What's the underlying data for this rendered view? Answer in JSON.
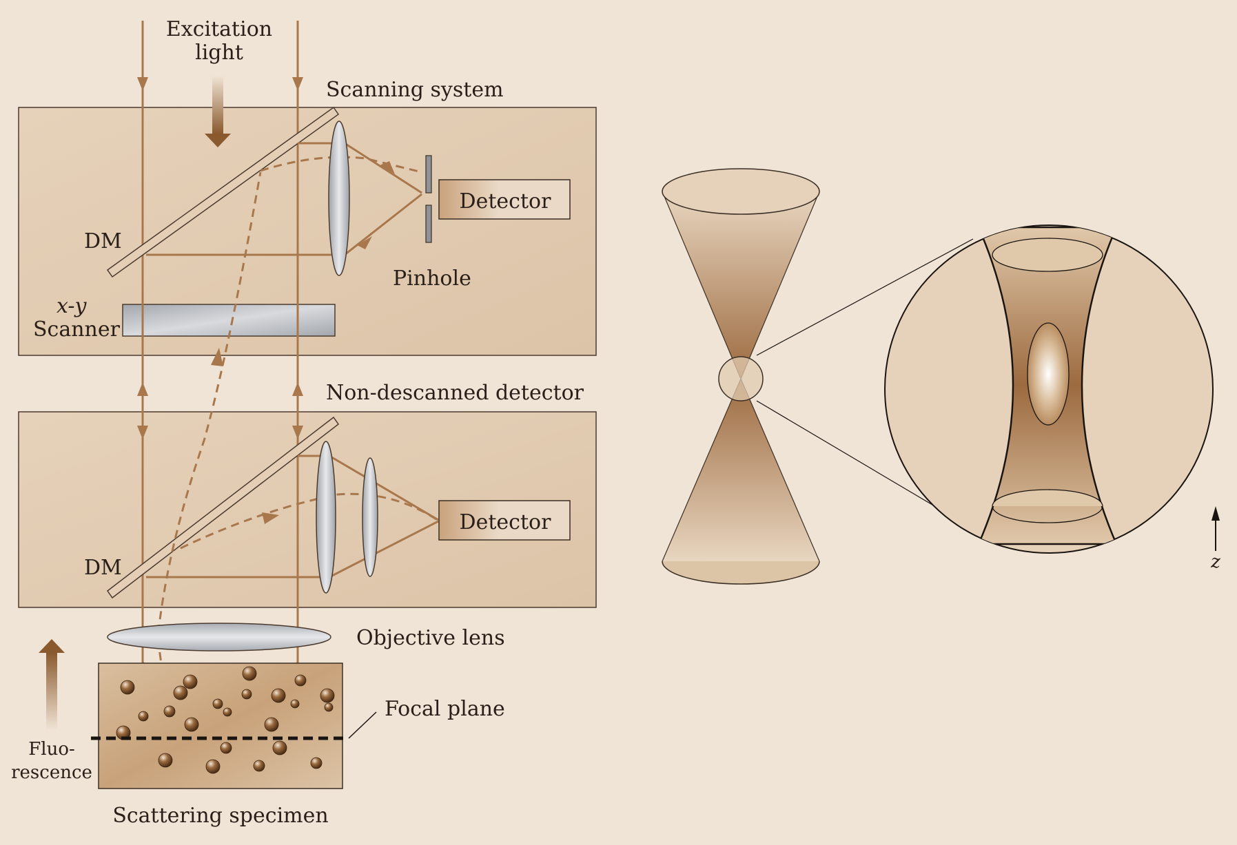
{
  "labels": {
    "excitation_line1": "Excitation",
    "excitation_line2": "light",
    "scanning_system": "Scanning system",
    "detector_top": "Detector",
    "dm_top": "DM",
    "pinhole": "Pinhole",
    "xy": "x-y",
    "scanner": "Scanner",
    "non_descanned": "Non-descanned detector",
    "detector_bottom": "Detector",
    "dm_bottom": "DM",
    "objective_lens": "Objective lens",
    "focal_plane": "Focal plane",
    "fluorescence_line1": "Fluo-",
    "fluorescence_line2": "rescence",
    "scattering_specimen": "Scattering specimen",
    "z_axis": "z"
  },
  "colors": {
    "background": "#f0e4d6",
    "box_fill": "#e2cdb4",
    "beam": "#a9774c",
    "glass": "#c6c8cc",
    "cone_dark": "#9c6a3f",
    "cone_light": "#e8d6c0"
  }
}
